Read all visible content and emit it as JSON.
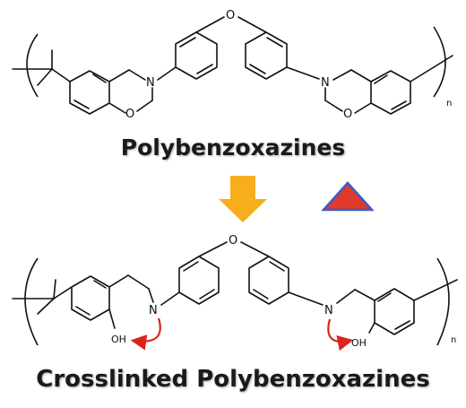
{
  "monomer": {
    "label": "Polybenzoxazines",
    "atoms": {
      "n_left": "N",
      "n_right": "N",
      "o_left": "O",
      "o_right": "O",
      "o_bridge": "O"
    },
    "repeat_subscript": "n"
  },
  "polymer": {
    "label": "Crosslinked Polybenzoxazines",
    "atoms": {
      "n_left": "N",
      "n_right": "N",
      "oh_left": "OH",
      "oh_right": "OH",
      "o_bridge": "O"
    },
    "repeat_subscript": "n"
  },
  "colors": {
    "reaction_arrow": "#f6ae1c",
    "heat_triangle_fill": "#e03a2a",
    "heat_triangle_stroke": "#3b5cc4",
    "electron_arrows": "#d7261e"
  },
  "icons": {
    "reaction_arrow": "down-arrow-icon",
    "heat": "triangle-heat-icon"
  }
}
